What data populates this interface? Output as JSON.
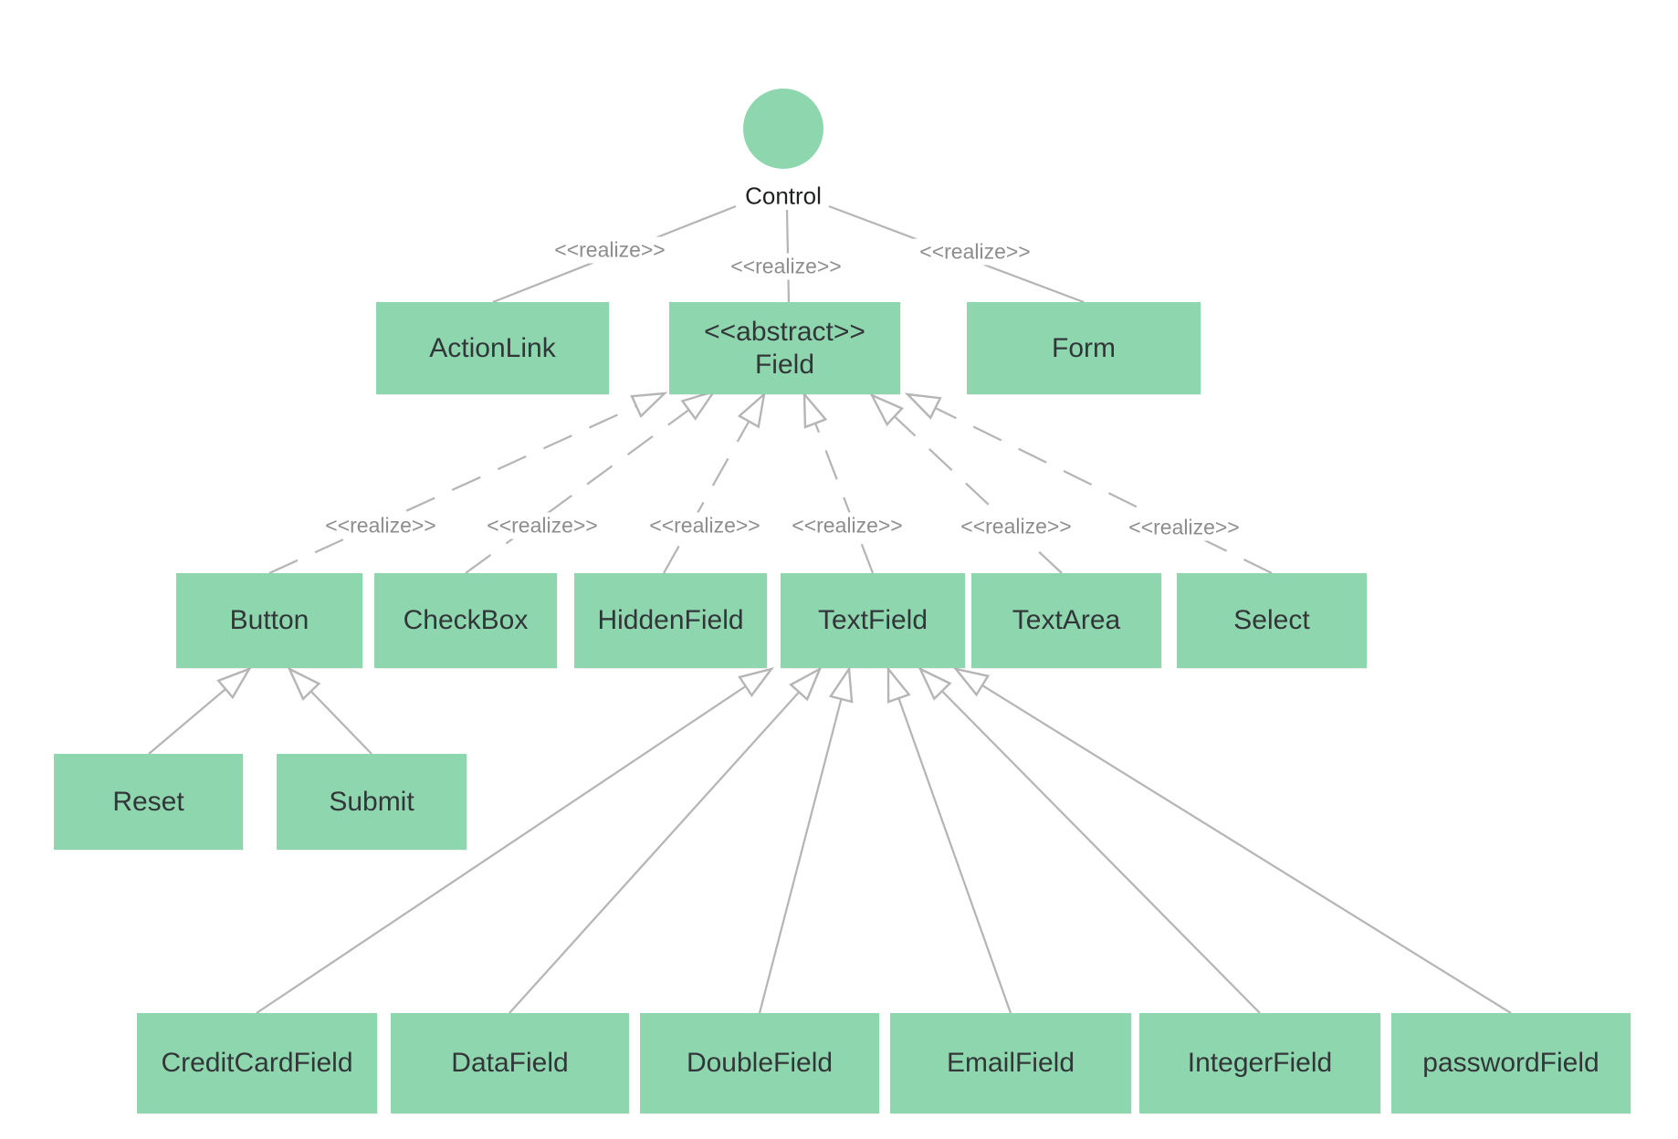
{
  "diagram": {
    "kind": "uml-class-diagram",
    "colors": {
      "background": "#ffffff",
      "node_fill": "#8ed7ae",
      "node_text": "#323639",
      "line": "#b5b5b5",
      "label_text": "#8d8d8d"
    },
    "nodes": [
      {
        "id": "control",
        "shape": "circle",
        "label": "Control"
      },
      {
        "id": "actionlink",
        "label": "ActionLink"
      },
      {
        "id": "field",
        "stereotype": "<<abstract>>",
        "label": "Field"
      },
      {
        "id": "form",
        "label": "Form"
      },
      {
        "id": "button",
        "label": "Button"
      },
      {
        "id": "checkbox",
        "label": "CheckBox"
      },
      {
        "id": "hiddenfield",
        "label": "HiddenField"
      },
      {
        "id": "textfield",
        "label": "TextField"
      },
      {
        "id": "textarea",
        "label": "TextArea"
      },
      {
        "id": "select",
        "label": "Select"
      },
      {
        "id": "reset",
        "label": "Reset"
      },
      {
        "id": "submit",
        "label": "Submit"
      },
      {
        "id": "creditcardfield",
        "label": "CreditCardField"
      },
      {
        "id": "datafield",
        "label": "DataField"
      },
      {
        "id": "doublefield",
        "label": "DoubleField"
      },
      {
        "id": "emailfield",
        "label": "EmailField"
      },
      {
        "id": "integerfield",
        "label": "IntegerField"
      },
      {
        "id": "passwordfield",
        "label": "passwordField"
      }
    ],
    "edges": [
      {
        "from": "Control",
        "to": "ActionLink",
        "type": "realize",
        "label": "<<realize>>"
      },
      {
        "from": "Control",
        "to": "Field",
        "type": "realize",
        "label": "<<realize>>"
      },
      {
        "from": "Control",
        "to": "Form",
        "type": "realize",
        "label": "<<realize>>"
      },
      {
        "from": "Button",
        "to": "Field",
        "type": "realize",
        "label": "<<realize>>"
      },
      {
        "from": "CheckBox",
        "to": "Field",
        "type": "realize",
        "label": "<<realize>>"
      },
      {
        "from": "HiddenField",
        "to": "Field",
        "type": "realize",
        "label": "<<realize>>"
      },
      {
        "from": "TextField",
        "to": "Field",
        "type": "realize",
        "label": "<<realize>>"
      },
      {
        "from": "TextArea",
        "to": "Field",
        "type": "realize",
        "label": "<<realize>>"
      },
      {
        "from": "Select",
        "to": "Field",
        "type": "realize",
        "label": "<<realize>>"
      },
      {
        "from": "Reset",
        "to": "Button",
        "type": "generalization"
      },
      {
        "from": "Submit",
        "to": "Button",
        "type": "generalization"
      },
      {
        "from": "CreditCardField",
        "to": "TextField",
        "type": "generalization"
      },
      {
        "from": "DataField",
        "to": "TextField",
        "type": "generalization"
      },
      {
        "from": "DoubleField",
        "to": "TextField",
        "type": "generalization"
      },
      {
        "from": "EmailField",
        "to": "TextField",
        "type": "generalization"
      },
      {
        "from": "IntegerField",
        "to": "TextField",
        "type": "generalization"
      },
      {
        "from": "passwordField",
        "to": "TextField",
        "type": "generalization"
      }
    ]
  }
}
